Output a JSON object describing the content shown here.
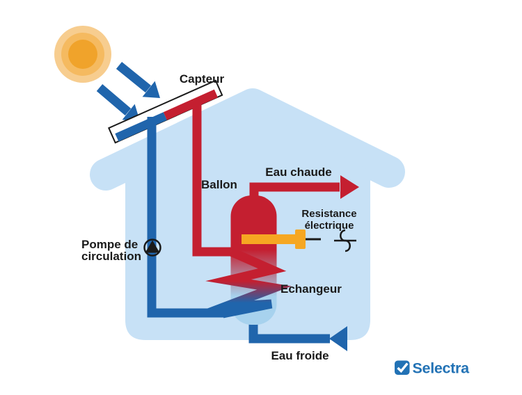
{
  "diagram": {
    "type": "solar-water-heater-schematic",
    "labels": {
      "collector": "Capteur",
      "tank": "Ballon",
      "hot_water": "Eau chaude",
      "electric_resistance_line1": "Resistance",
      "electric_resistance_line2": "électrique",
      "heat_exchanger": "Echangeur",
      "pump_line1": "Pompe de",
      "pump_line2": "circulation",
      "cold_water": "Eau froide"
    },
    "icons": {
      "sun": "sun-icon",
      "solar_rays": "solar-ray-arrow-icon",
      "pump": "circulation-pump-icon",
      "ac_power": "ac-current-icon",
      "brand_check": "checkmark-icon"
    },
    "brand": {
      "name": "Selectra"
    },
    "colors": {
      "hot": "#c41f30",
      "cold": "#2065ac",
      "house": "#c7e1f6",
      "tank-cold": "#a7d2ee",
      "resistance": "#f6a722",
      "sun-outer": "#f7cd8f",
      "sun-mid": "#f5ba60",
      "sun-core": "#f0a32b",
      "brand": "#2272b5",
      "ink": "#1a1a1a"
    }
  }
}
